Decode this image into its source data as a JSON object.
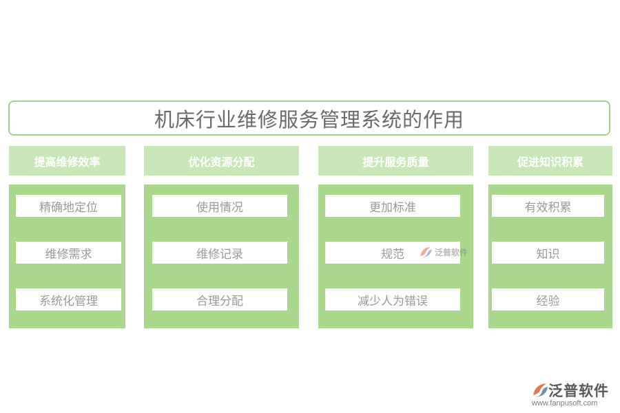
{
  "title": "机床行业维修服务管理系统的作用",
  "columns": [
    {
      "header": "提高维修效率",
      "items": [
        "精确地定位",
        "维修需求",
        "系统化管理"
      ]
    },
    {
      "header": "优化资源分配",
      "items": [
        "使用情况",
        "维修记录",
        "合理分配"
      ]
    },
    {
      "header": "提升服务质量",
      "items": [
        "更加标准",
        "规范",
        "减少人为错误"
      ]
    },
    {
      "header": "促进知识积累",
      "items": [
        "有效积累",
        "知识",
        "经验"
      ]
    }
  ],
  "watermark": {
    "text": "泛普软件"
  },
  "logo": {
    "name": "泛普软件",
    "url": "www.fanpusoft.com"
  },
  "colors": {
    "border": "#9ed286",
    "header_bg": "#c8e6b6",
    "body_bg": "#aad88d",
    "text": "#9a9a9a"
  }
}
